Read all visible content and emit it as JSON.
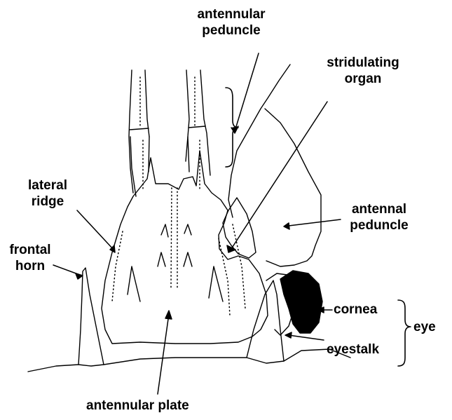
{
  "labels": {
    "antennular_peduncle": {
      "line1": "antennular",
      "line2": "peduncle"
    },
    "stridulating_organ": {
      "line1": "stridulating",
      "line2": "organ"
    },
    "lateral_ridge": {
      "line1": "lateral",
      "line2": "ridge"
    },
    "antennal_peduncle": {
      "line1": "antennal",
      "line2": "peduncle"
    },
    "frontal_horn": {
      "line1": "frontal",
      "line2": "horn"
    },
    "cornea": "cornea",
    "eyestalk": "eyestalk",
    "eye": "eye",
    "antennular_plate": "antennular plate"
  },
  "colors": {
    "ink": "#000000",
    "paper": "#ffffff",
    "cornea_fill": "#000000"
  }
}
